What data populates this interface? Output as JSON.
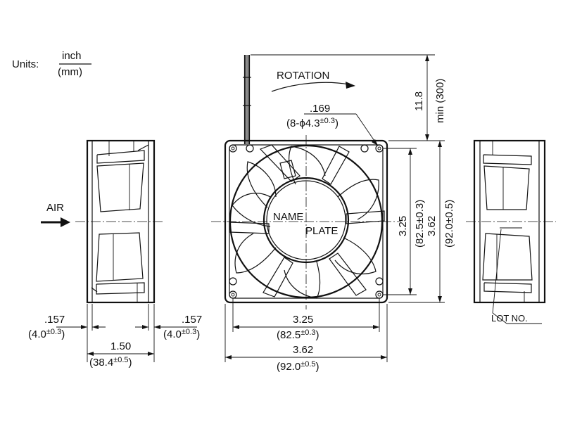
{
  "units": {
    "label": "Units:",
    "numerator": "inch",
    "denominator": "(mm)"
  },
  "rotation_label": "ROTATION",
  "air_label": "AIR",
  "name_plate": {
    "line1": "NAME",
    "line2": "PLATE"
  },
  "lot_label": "LOT NO.",
  "hole": {
    "inch": ".169",
    "mm_prefix": "(8-",
    "phi": "ϕ",
    "mm_value": "4.3",
    "tol": "±0.3",
    "close": ")"
  },
  "lead": {
    "inch": "11.8",
    "mm": "min (300)"
  },
  "dims": {
    "side_left_gap": {
      "inch": ".157",
      "mm_open": "(4.0",
      "tol": "±0.3",
      "close": ")"
    },
    "side_right_gap": {
      "inch": ".157",
      "mm_open": "(4.0",
      "tol": "±0.3",
      "close": ")"
    },
    "side_depth": {
      "inch": "1.50",
      "mm_open": "(38.4",
      "tol": "±0.5",
      "close": ")"
    },
    "front_hole_pitch_h": {
      "inch": "3.25",
      "mm_open": "(82.5",
      "tol": "±0.3",
      "close": ")"
    },
    "front_width": {
      "inch": "3.62",
      "mm_open": "(92.0",
      "tol": "±0.5",
      "close": ")"
    },
    "front_hole_pitch_v": {
      "inch": "3.25",
      "mm": "(82.5±0.3)"
    },
    "front_height": {
      "inch": "3.62",
      "mm": "(92.0±0.5)"
    }
  }
}
